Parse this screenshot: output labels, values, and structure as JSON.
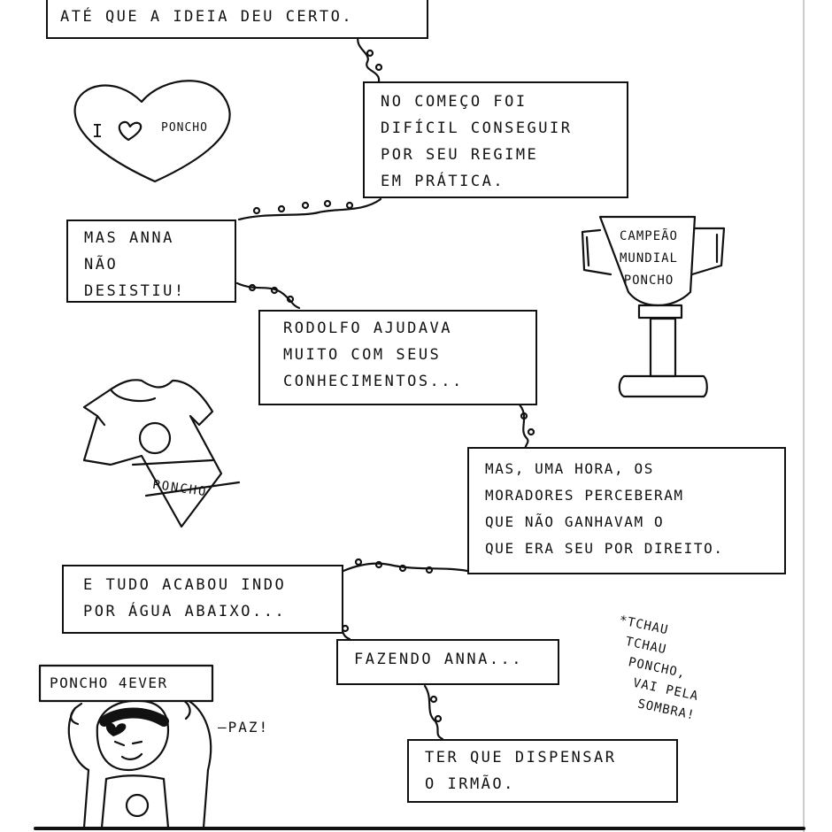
{
  "panels": {
    "intro": [
      "ATÉ QUE A IDEIA DEU CERTO."
    ],
    "inicio": [
      "NO COMEÇO FOI",
      "DIFÍCIL CONSEGUIR",
      "POR SEU REGIME",
      "EM PRÁTICA."
    ],
    "anna": [
      "MAS ANNA",
      "NÃO",
      "DESISTIU!"
    ],
    "rodolfo": [
      "RODOLFO AJUDAVA",
      "MUITO COM SEUS",
      "CONHECIMENTOS..."
    ],
    "moradores": [
      "MAS, UMA HORA, OS",
      "MORADORES PERCEBERAM",
      "QUE NÃO GANHAVAM O",
      "QUE ERA SEU POR DIREITO."
    ],
    "fim": [
      "E TUDO ACABOU INDO",
      "POR ÁGUA ABAIXO..."
    ],
    "fazendo": [
      "FAZENDO ANNA..."
    ],
    "dispensar": [
      "TER QUE DISPENSAR",
      "O IRMÃO."
    ]
  },
  "drawings": {
    "heart": {
      "text_before": "I",
      "text_after": "PONCHO"
    },
    "trophy": [
      "CAMPEÃO",
      "MUNDIAL",
      "PONCHO"
    ],
    "shirt": "PONCHO",
    "sign": "PONCHO 4EVER",
    "speech": "—PAZ!",
    "farewell": [
      "*TCHAU",
      "TCHAU",
      "PONCHO,",
      "VAI PELA",
      "SOMBRA!"
    ]
  }
}
